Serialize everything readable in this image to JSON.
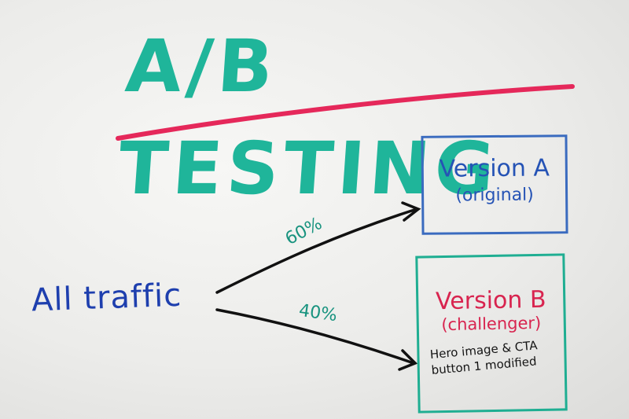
{
  "whiteboard": {
    "title": "A/B TESTING",
    "source_label": "All traffic",
    "split_a": "60%",
    "split_b": "40%",
    "version_a": {
      "label": "Version A",
      "sublabel": "(original)"
    },
    "version_b": {
      "label": "Version B",
      "sublabel": "(challenger)",
      "note": "Hero image & CTA button 1 modified"
    }
  },
  "colors": {
    "title_marker": "#1fb59a",
    "underline_marker": "#e5285a",
    "blue_marker": "#1e3fae",
    "arrow_marker": "#111111",
    "teal_marker": "#1fae92",
    "red_marker": "#d8244f"
  }
}
